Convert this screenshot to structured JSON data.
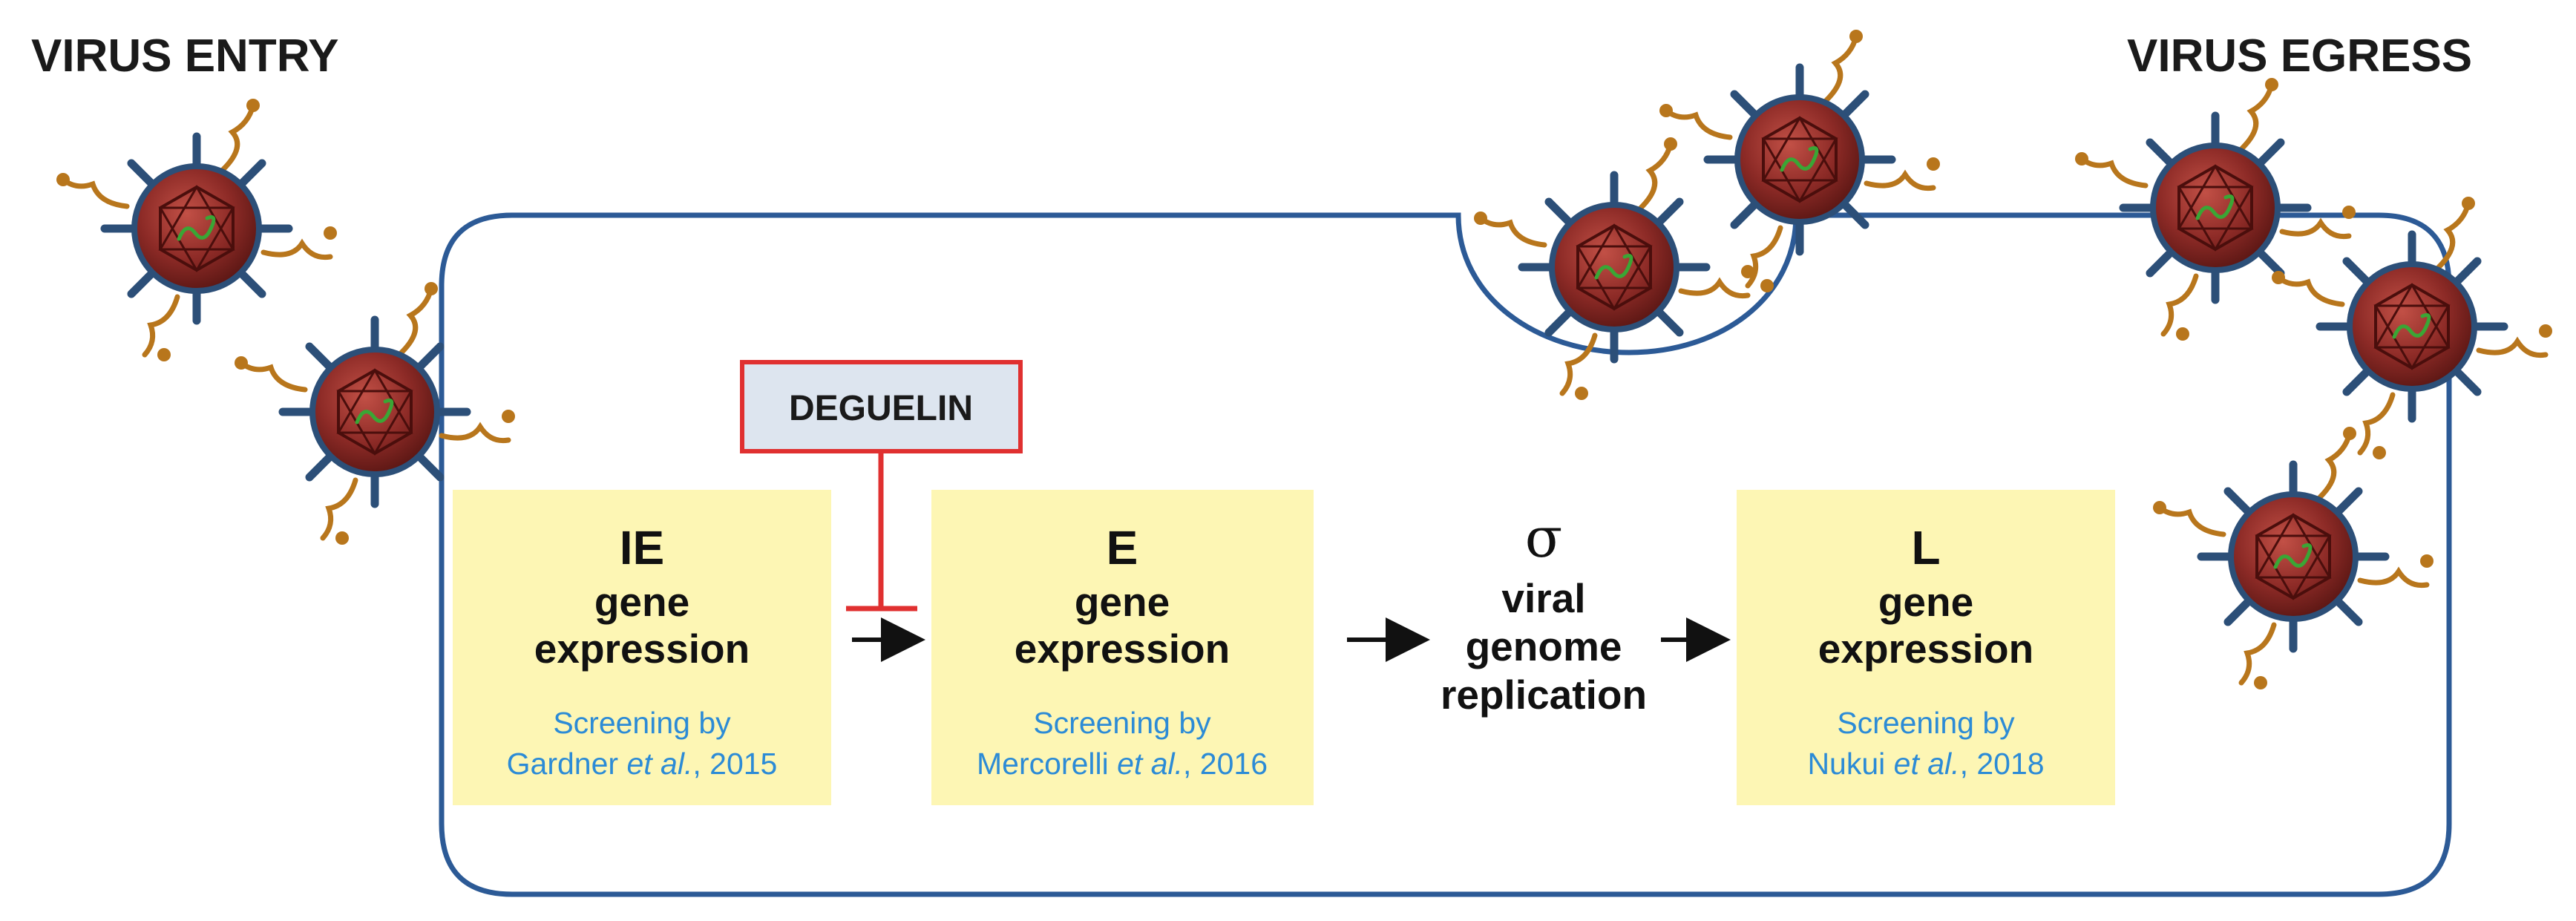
{
  "labels": {
    "virus_entry": "VIRUS ENTRY",
    "virus_egress": "VIRUS EGRESS"
  },
  "inhibitor": {
    "label": "DEGUELIN"
  },
  "stages": [
    {
      "letter": "IE",
      "line1": "gene",
      "line2": "expression",
      "ref_line1": "Screening by",
      "ref_author": "Gardner",
      "ref_etal": "et al.",
      "ref_year": ", 2015"
    },
    {
      "letter": "E",
      "line1": "gene",
      "line2": "expression",
      "ref_line1": "Screening by",
      "ref_author": "Mercorelli",
      "ref_etal": "et al.",
      "ref_year": ", 2016"
    },
    {
      "letter": "L",
      "line1": "gene",
      "line2": "expression",
      "ref_line1": "Screening by",
      "ref_author": "Nukui",
      "ref_etal": "et al.",
      "ref_year": ", 2018"
    }
  ],
  "replication": {
    "symbol": "σ",
    "line1": "viral",
    "line2": "genome",
    "line3": "replication"
  },
  "colors": {
    "cell_membrane": "#2c5a96",
    "stage_box_fill": "#fdf6b4",
    "reference_text": "#2c8bd6",
    "inhibition": "#e03030",
    "inhibitor_box_fill": "#dde5ef",
    "virion_body": "#8c2a26",
    "virion_spike": "#2c4f78",
    "virion_ligand": "#b8761c",
    "virion_genome": "#3aa635"
  },
  "icons": {
    "virion": "virion-icon"
  }
}
